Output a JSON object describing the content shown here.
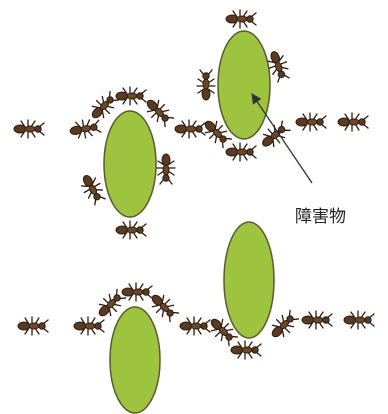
{
  "annotation": {
    "label": "障害物"
  },
  "colors": {
    "obstacle_fill": "#9dc33f",
    "obstacle_stroke": "#5a5a33",
    "ant_body": "#5a3a22",
    "ant_dark": "#2e1d10",
    "ant_legs": "#2b1a0d",
    "arrow": "#333333"
  },
  "obstacles": [
    {
      "id": "top-right"
    },
    {
      "id": "top-left"
    },
    {
      "id": "bottom-right"
    },
    {
      "id": "bottom-left"
    }
  ]
}
